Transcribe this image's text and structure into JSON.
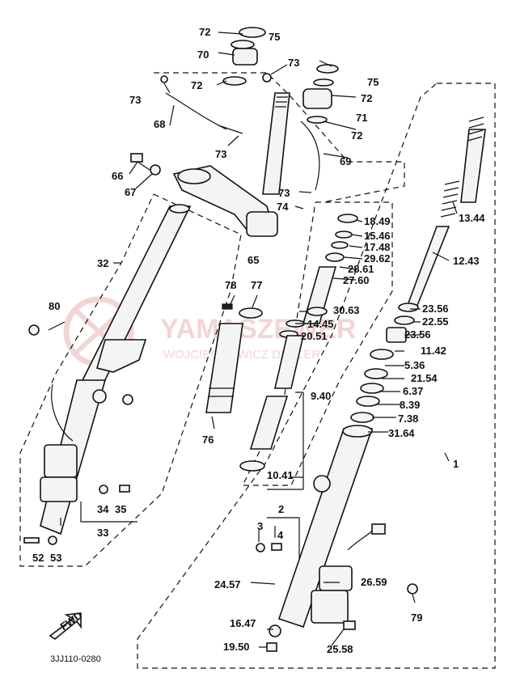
{
  "diagram": {
    "part_code": "3JJ110-0280",
    "watermark_name": "YAMASZEWER",
    "watermark_sub": "WOJCIECHOWICZ DEALER",
    "fwd_label": "FWD",
    "labels": [
      "72",
      "75",
      "70",
      "73",
      "75",
      "72",
      "73",
      "72",
      "71",
      "68",
      "72",
      "73",
      "69",
      "66",
      "67",
      "73",
      "74",
      "18.49",
      "15.46",
      "17.48",
      "29.62",
      "28.61",
      "27.60",
      "13.44",
      "12.43",
      "32",
      "65",
      "78",
      "77",
      "80",
      "30.63",
      "14.45",
      "20.51",
      "23.56",
      "22.55",
      "23.56",
      "11.42",
      "5.36",
      "21.54",
      "6.37",
      "8.39",
      "7.38",
      "31.64",
      "9.40",
      "76",
      "10.41",
      "1",
      "34",
      "35",
      "33",
      "2",
      "3",
      "4",
      "52",
      "53",
      "24.57",
      "26.59",
      "79",
      "16.47",
      "25.58",
      "19.50"
    ]
  }
}
